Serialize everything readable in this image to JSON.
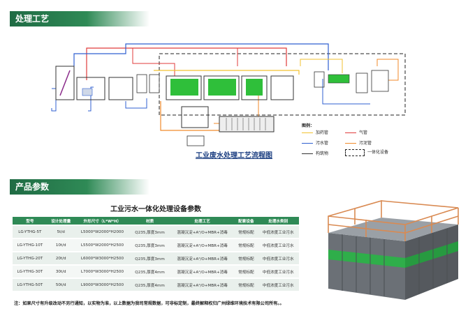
{
  "sections": {
    "process_title": "处理工艺",
    "params_title": "产品参数"
  },
  "diagram": {
    "caption": "工业废水处理工艺流程图",
    "legend": {
      "title": "图例：",
      "dosing": "加药管",
      "air": "气管",
      "sewage": "污水管",
      "sludge": "污泥管",
      "structure": "构筑物",
      "integrated": "一体化设备"
    },
    "colors": {
      "dosing": "#f2c230",
      "air": "#e03b3b",
      "sewage": "#2f5fd0",
      "sludge": "#f08a2a",
      "structure": "#333333",
      "tank_green": "#2fbf3a"
    }
  },
  "table": {
    "title": "工业污水一体化处理设备参数",
    "headers": [
      "型号",
      "设计处理量",
      "外形尺寸（L*W*H）",
      "材质",
      "处理工艺",
      "配套设备",
      "处理水类别"
    ],
    "rows": [
      [
        "LG-YTHG-5T",
        "5t/d",
        "L5000*W2000*H2000",
        "Q235,厚度3mm",
        "混凝沉淀+A²/O+MBR+消毒",
        "常规标配",
        "中低浓度工业污水"
      ],
      [
        "LG-YTHG-10T",
        "10t/d",
        "L5500*W2000*H2500",
        "Q235,厚度3mm",
        "混凝沉淀+A²/O+MBR+消毒",
        "常规标配",
        "中低浓度工业污水"
      ],
      [
        "LG-YTHG-20T",
        "20t/d",
        "L6000*W3000*H2500",
        "Q235,厚度3mm",
        "混凝沉淀+A²/O+MBR+消毒",
        "常规标配",
        "中低浓度工业污水"
      ],
      [
        "LG-YTHG-30T",
        "30t/d",
        "L7000*W3000*H2500",
        "Q235,厚度4mm",
        "混凝沉淀+A²/O+MBR+消毒",
        "常规标配",
        "中低浓度工业污水"
      ],
      [
        "LG-YTHG-50T",
        "50t/d",
        "L9000*W3000*H2500",
        "Q235,厚度4mm",
        "混凝沉淀+A²/O+MBR+消毒",
        "常规标配",
        "中低浓度工业污水"
      ]
    ]
  },
  "note": "注：如果尺寸有升级改动不另行通知，以实物为准，以上数据为我司常规数据，可非标定制，最终解释权归广州绿维环境技术有限公司所有。。"
}
